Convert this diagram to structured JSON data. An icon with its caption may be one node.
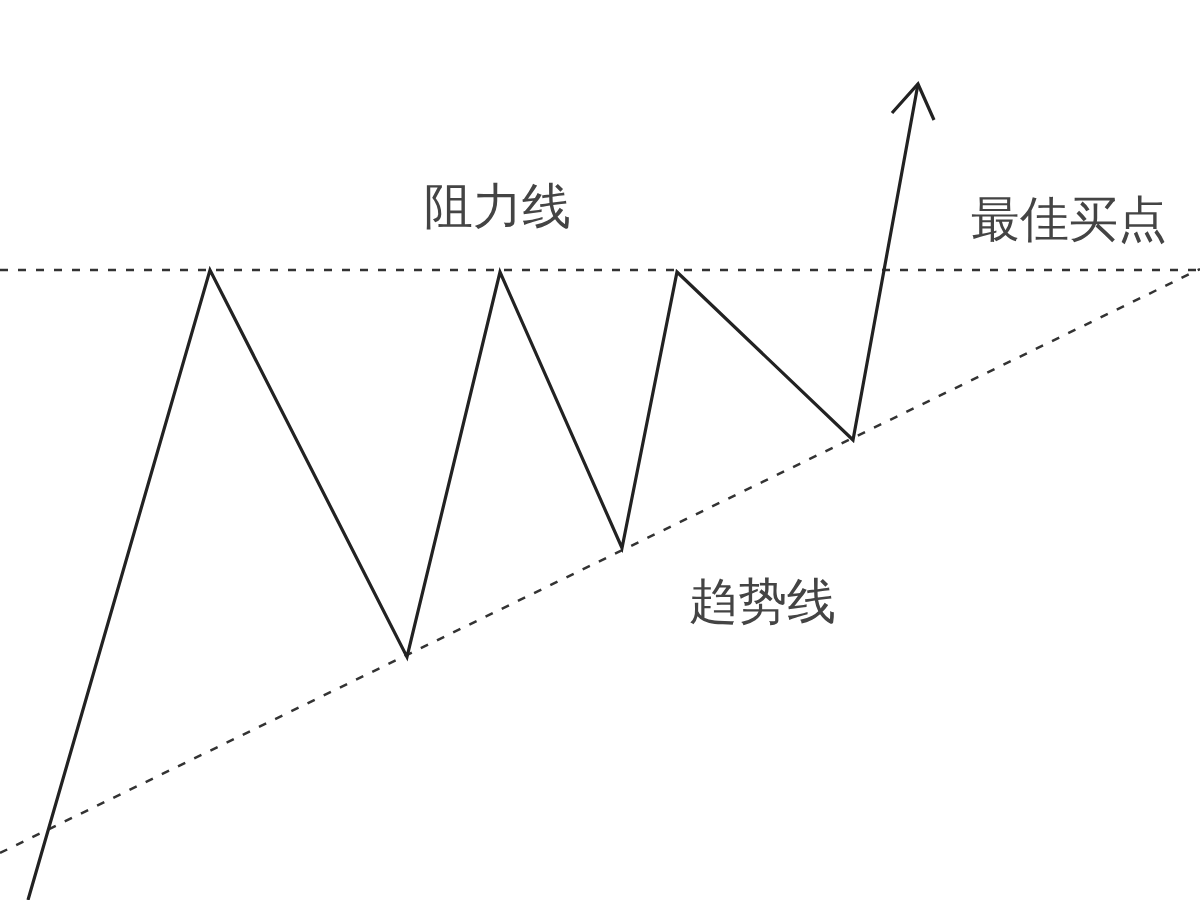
{
  "diagram": {
    "labels": [
      "阻力线",
      "最佳买点",
      "趋势线"
    ]
  }
}
